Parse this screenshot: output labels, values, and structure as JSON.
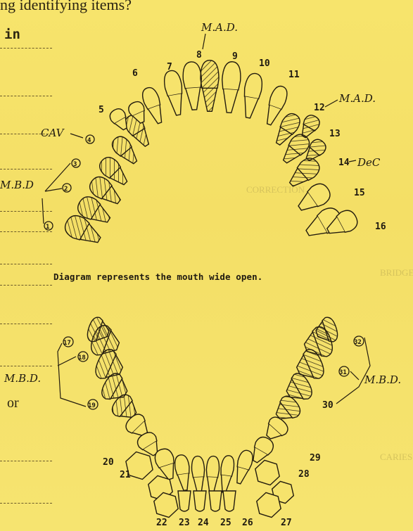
{
  "header_text": "ng identifying items?",
  "in_label": "in",
  "or_label": "or",
  "caption": "Diagram represents the mouth wide open.",
  "upper_numbers": [
    "5",
    "6",
    "7",
    "8",
    "9",
    "10",
    "11",
    "12",
    "13",
    "14",
    "15",
    "16"
  ],
  "lower_numbers": [
    "20",
    "21",
    "22",
    "23",
    "24",
    "25",
    "26",
    "27",
    "28",
    "29",
    "30"
  ],
  "upper_left_numbers": [
    "4",
    "3",
    "2",
    "1"
  ],
  "lower_left_numbers": [
    "17",
    "18",
    "19"
  ],
  "lower_right_numbers": [
    "32",
    "31"
  ],
  "annotations": {
    "mad_top": "M.A.D.",
    "mad_right": "M.A.D.",
    "cav": "CAV",
    "dec": "DeC",
    "mbd_upper": "M.B.D",
    "mbd_lower_left": "M.B.D.",
    "mbd_lower_right": "M.B.D."
  },
  "faint_headings": [
    "CORRECTION",
    "BRIDGE",
    "CARIES"
  ]
}
